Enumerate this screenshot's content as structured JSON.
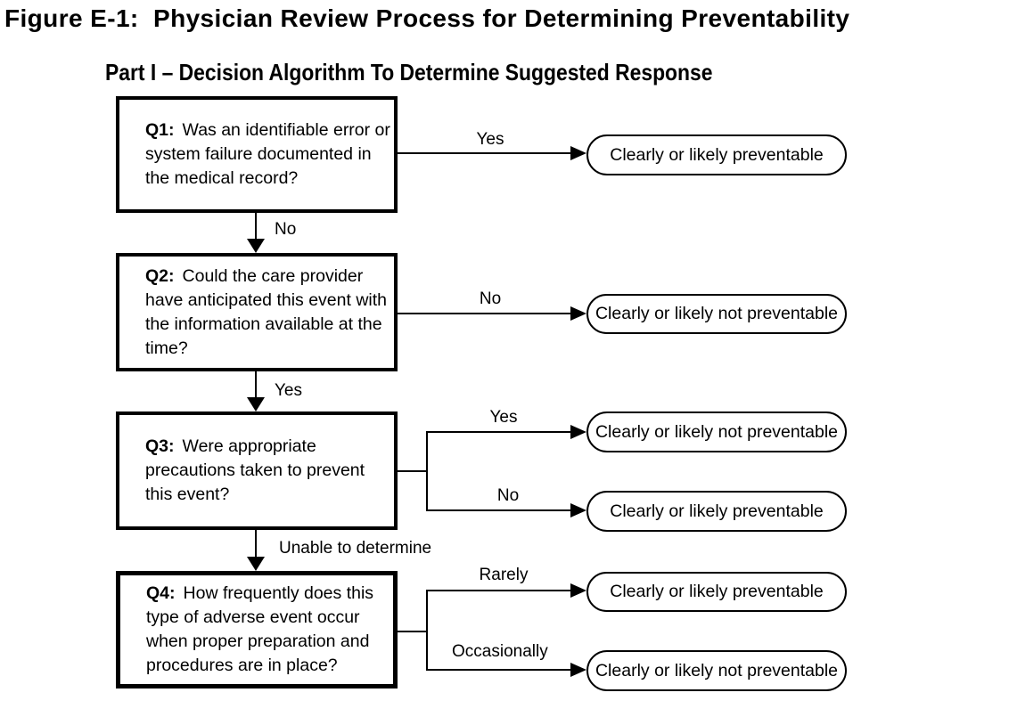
{
  "title": "Figure E-1:  Physician Review Process for Determining Preventability",
  "subtitle": "Part I – Decision Algorithm To Determine Suggested Response",
  "questions": {
    "q1": {
      "id": "Q1:",
      "text": "Was an identifiable error or system failure documented in the medical record?"
    },
    "q2": {
      "id": "Q2:",
      "text": "Could the care provider have anticipated this event with the information available at the time?"
    },
    "q3": {
      "id": "Q3:",
      "text": "Were appropriate precautions taken to prevent this event?"
    },
    "q4": {
      "id": "Q4:",
      "text": "How frequently does this type of adverse event occur when proper preparation and procedures are in place?"
    }
  },
  "edge_labels": {
    "q1_yes": "Yes",
    "q1_no": "No",
    "q2_no": "No",
    "q2_yes": "Yes",
    "q3_yes": "Yes",
    "q3_no": "No",
    "q3_unable": "Unable to determine",
    "q4_rarely": "Rarely",
    "q4_occasionally": "Occasionally"
  },
  "outcomes": {
    "q1_yes": "Clearly or likely preventable",
    "q2_no": "Clearly or likely not preventable",
    "q3_yes": "Clearly or likely not preventable",
    "q3_no": "Clearly or likely preventable",
    "q4_rarely": "Clearly or likely preventable",
    "q4_occasionally": "Clearly or likely not preventable"
  },
  "colors": {
    "ink": "#000000",
    "background": "#ffffff"
  }
}
